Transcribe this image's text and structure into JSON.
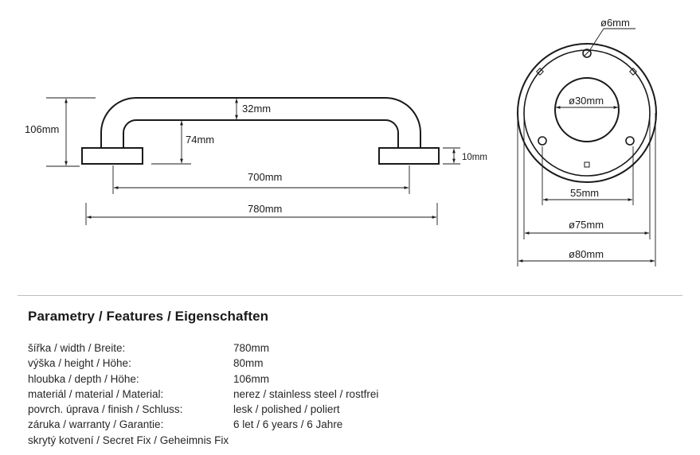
{
  "drawing": {
    "side_view": {
      "total_height_label": "106mm",
      "tube_diameter_label": "32mm",
      "inner_height_label": "74mm",
      "base_height_label": "10mm",
      "center_distance_label": "700mm",
      "total_length_label": "780mm"
    },
    "flange_view": {
      "screw_hole_label": "ø6mm",
      "inner_circle_label": "ø30mm",
      "hole_spacing_label": "55mm",
      "cover_diameter_label": "ø75mm",
      "flange_diameter_label": "ø80mm"
    }
  },
  "features": {
    "title": "Parametry / Features / Eigenschaften",
    "rows": [
      {
        "label": "šířka / width / Breite:",
        "value": "780mm"
      },
      {
        "label": "výška / height / Höhe:",
        "value": "80mm"
      },
      {
        "label": "hloubka / depth / Höhe:",
        "value": "106mm"
      },
      {
        "label": "materiál / material / Material:",
        "value": "nerez / stainless steel / rostfrei"
      },
      {
        "label": "povrch. úprava / finish / Schluss:",
        "value": "lesk / polished / poliert"
      },
      {
        "label": "záruka / warranty / Garantie:",
        "value": "6 let / 6 years / 6 Jahre"
      },
      {
        "label": "skrytý kotvení / Secret Fix / Geheimnis Fix",
        "value": ""
      }
    ]
  }
}
